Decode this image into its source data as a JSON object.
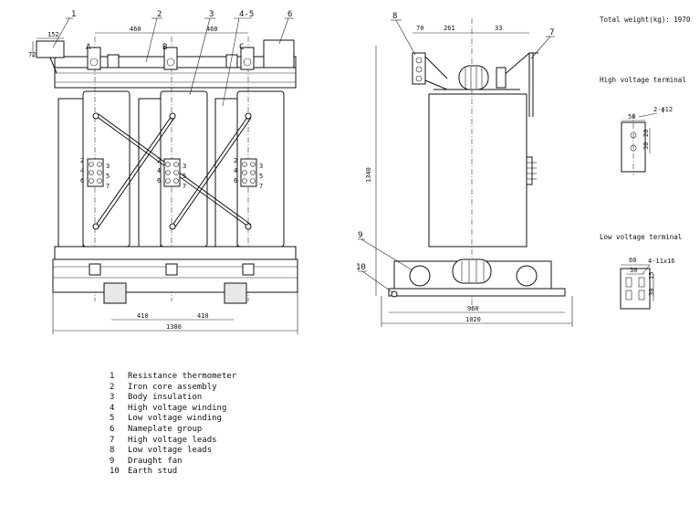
{
  "notes": {
    "total_weight": "Total weight(kg): 1970",
    "hv_terminal_title": "High voltage terminal",
    "lv_terminal_title": "Low voltage terminal"
  },
  "front_view": {
    "callouts": [
      "1",
      "2",
      "3",
      "4-5",
      "6"
    ],
    "phases": [
      "A",
      "B",
      "C"
    ],
    "dims": {
      "d152": "152",
      "d72": "72",
      "d460a": "460",
      "d460b": "460",
      "d410a": "410",
      "d410b": "410",
      "d1380": "1380"
    },
    "tap_labels": [
      "2",
      "4",
      "6",
      "3",
      "5",
      "7"
    ]
  },
  "side_view": {
    "callouts": [
      "8",
      "7",
      "9",
      "10"
    ],
    "dims": {
      "d70": "70",
      "d261": "261",
      "d33": "33",
      "d1340": "1340",
      "d960": "960",
      "d1020": "1020"
    }
  },
  "hv_terminal": {
    "d50": "50",
    "d2phi12": "2-ϕ12",
    "d20": "20",
    "d30": "30"
  },
  "lv_terminal": {
    "d60": "60",
    "d30": "30",
    "d4x11": "4-11x16",
    "d15": "15",
    "d30b": "30"
  },
  "legend": [
    {
      "num": "1",
      "label": "Resistance thermometer"
    },
    {
      "num": "2",
      "label": "Iron core assembly"
    },
    {
      "num": "3",
      "label": "Body insulation"
    },
    {
      "num": "4",
      "label": "High voltage winding"
    },
    {
      "num": "5",
      "label": "Low voltage winding"
    },
    {
      "num": "6",
      "label": "Nameplate group"
    },
    {
      "num": "7",
      "label": "High voltage leads"
    },
    {
      "num": "8",
      "label": "Low voltage leads"
    },
    {
      "num": "9",
      "label": "Draught fan"
    },
    {
      "num": "10",
      "label": "Earth stud"
    }
  ]
}
